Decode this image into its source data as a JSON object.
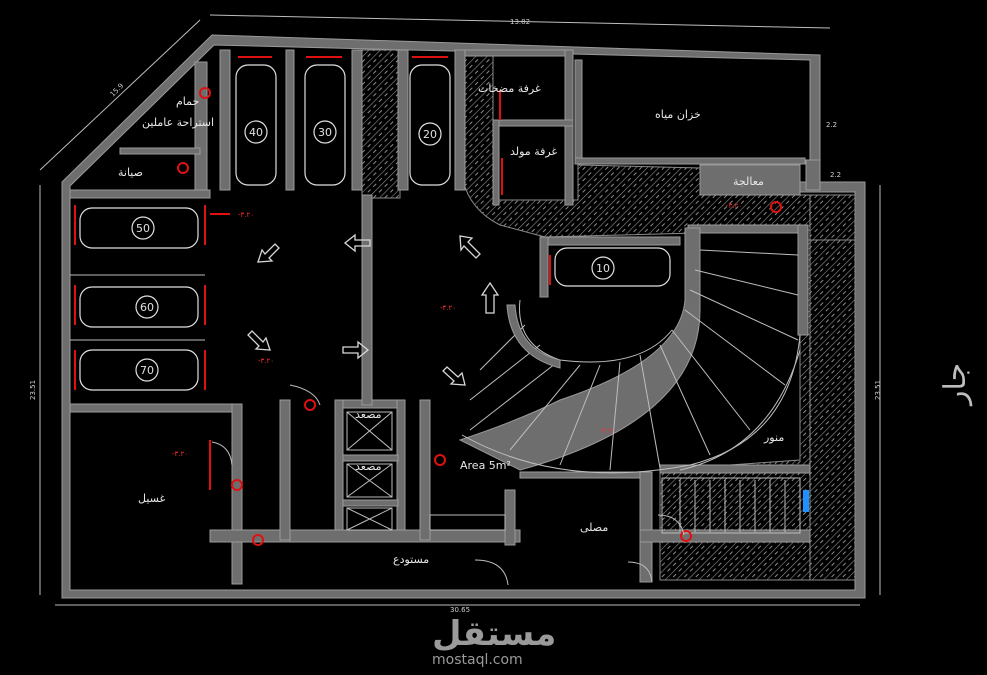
{
  "rooms": {
    "spices_room": "غرفة مضخات",
    "water_tank": "خزان مياه",
    "generator_room": "غرفة مولد",
    "treatment": "معالجة",
    "bathroom": "حمام",
    "workers_rest": "استراحة عاملين",
    "maintenance": "صيانة",
    "laundry": "غسيل",
    "elevator_1": "مصعد",
    "elevator_2": "مصعد",
    "storage": "مستودع",
    "prayer_room": "مصلى",
    "skylight": "منور",
    "area_label": "Area 5m²"
  },
  "cars": [
    "40",
    "30",
    "20",
    "10",
    "50",
    "60",
    "70"
  ],
  "dimensions": {
    "top": "13.82",
    "bottom": "30.65",
    "left": "23.51",
    "right": "23.51",
    "diag": "15.9",
    "right_short": "2.2",
    "right_short2": "2.2"
  },
  "levels": [
    "-٣.٢٠",
    "-٣.٢٠",
    "-٣.٢٠",
    "-٣.٢٠",
    "-٣.٢٠",
    "-٣.٢٠"
  ],
  "neighbor": "جار",
  "watermark": {
    "brand": "مستقل",
    "url": "mostaql.com"
  }
}
